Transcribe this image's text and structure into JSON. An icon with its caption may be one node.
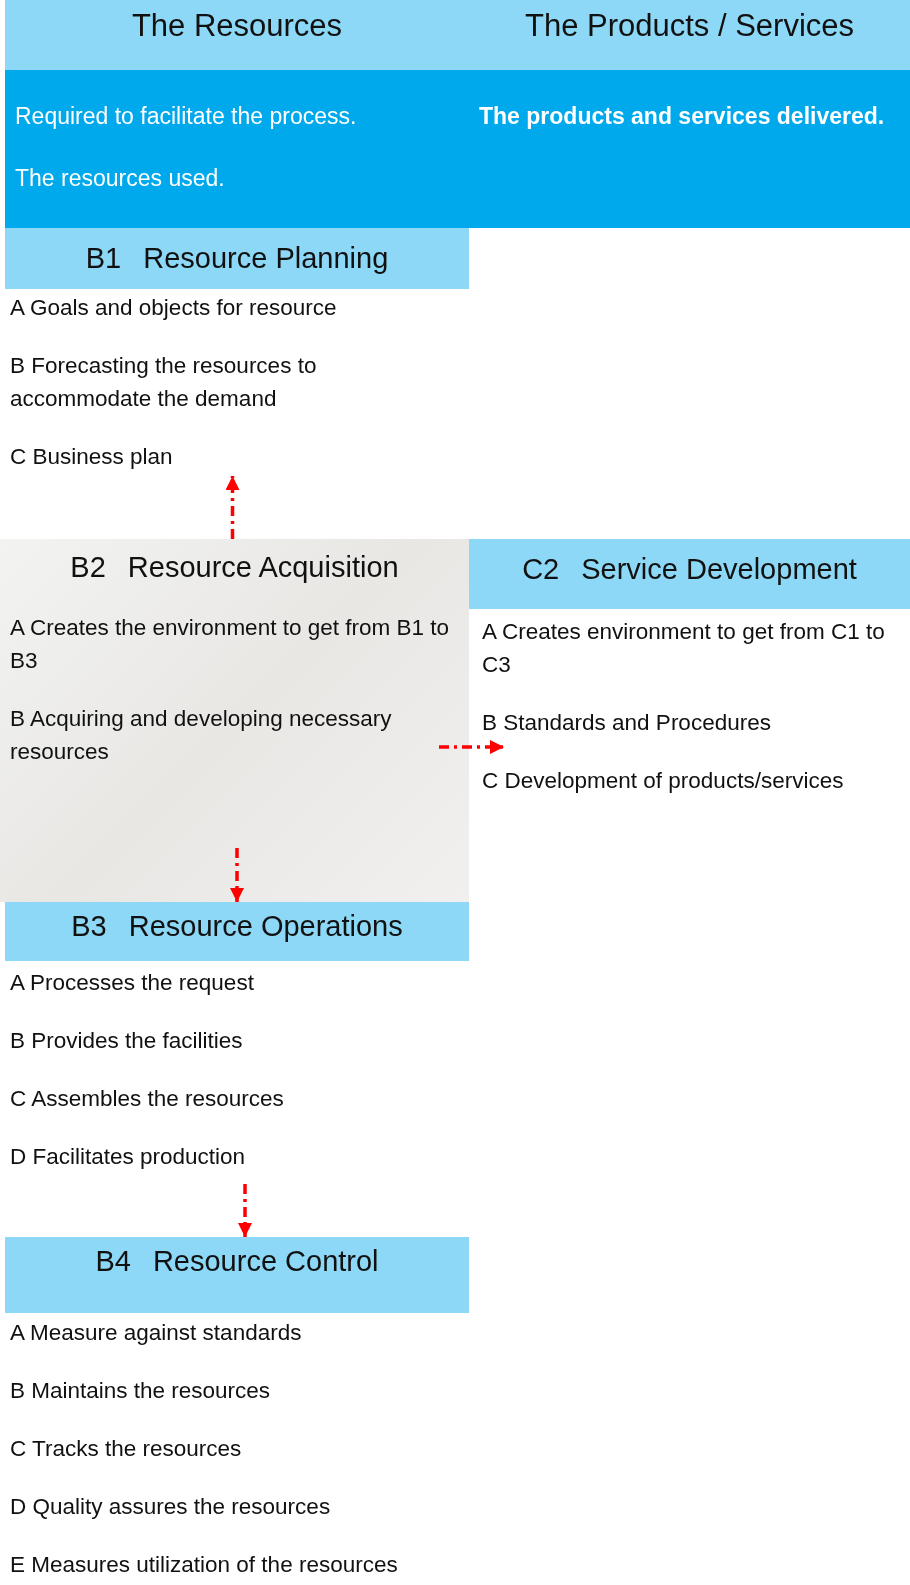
{
  "diagram": {
    "nodes": [
      {
        "text": [
          "The Resources"
        ]
      },
      {
        "text": [
          "The Products / Services"
        ]
      },
      {
        "text": [
          "Required to facilitate the process.",
          "The resources used."
        ]
      },
      {
        "text": [
          "The products and services delivered."
        ]
      },
      {
        "text": [
          "B1",
          "Resource Planning"
        ]
      },
      {
        "text": [
          "A Goals and objects for resource",
          "B Forecasting the resources to accommodate the demand",
          "C Business plan"
        ]
      },
      {
        "text": [
          "B2",
          "Resource Acquisition",
          "A Creates the environment to get from B1 to B3",
          "B Acquiring and developing necessary resources"
        ]
      },
      {
        "text": [
          "C2",
          "Service Development"
        ]
      },
      {
        "text": [
          "A Creates environment to get from C1 to C3",
          "B Standards and Procedures",
          "C Development of products/services"
        ]
      },
      {
        "text": [
          "B3",
          "Resource Operations"
        ]
      },
      {
        "text": [
          "A Processes the request",
          "B Provides the facilities",
          "C Assembles the resources",
          "D Facilitates production"
        ]
      },
      {
        "text": [
          "B4",
          "Resource Control"
        ]
      },
      {
        "text": [
          "A Measure against standards",
          "B Maintains the resources",
          "C Tracks the resources",
          "D Quality assures the resources",
          "E Measures utilization of the resources"
        ]
      }
    ],
    "edges": [
      {
        "from": 6,
        "to": 5,
        "arrow": "to",
        "style": "dashed"
      },
      {
        "from": 6,
        "to": 8,
        "arrow": "to",
        "style": "dashed"
      },
      {
        "from": 6,
        "to": 9,
        "arrow": "to",
        "style": "dashed"
      },
      {
        "from": 10,
        "to": 11,
        "arrow": "to",
        "style": "dashed"
      }
    ]
  }
}
